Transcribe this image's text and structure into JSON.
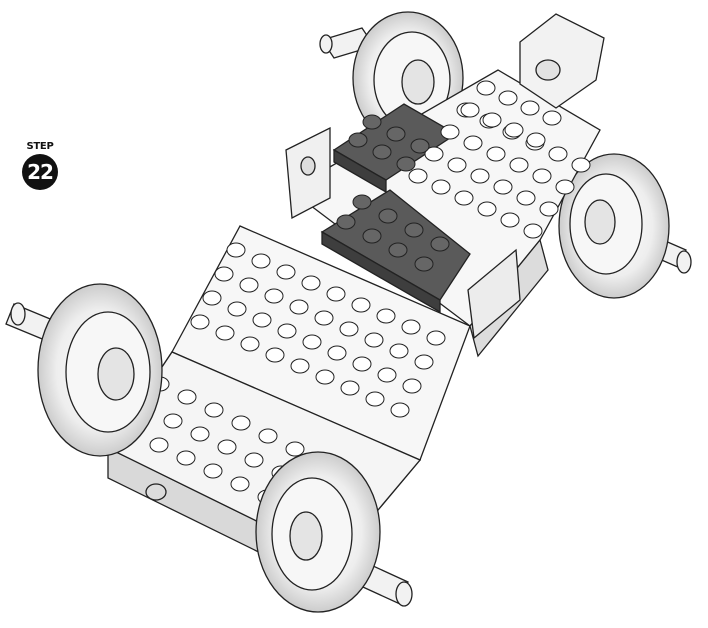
{
  "step": {
    "label": "STEP",
    "number": "22"
  },
  "illustration": {
    "subject": "lego-car-chassis",
    "colors": {
      "white_brick": "#f4f4f4",
      "highlight_brick": "#555555",
      "outline": "#222222"
    }
  }
}
